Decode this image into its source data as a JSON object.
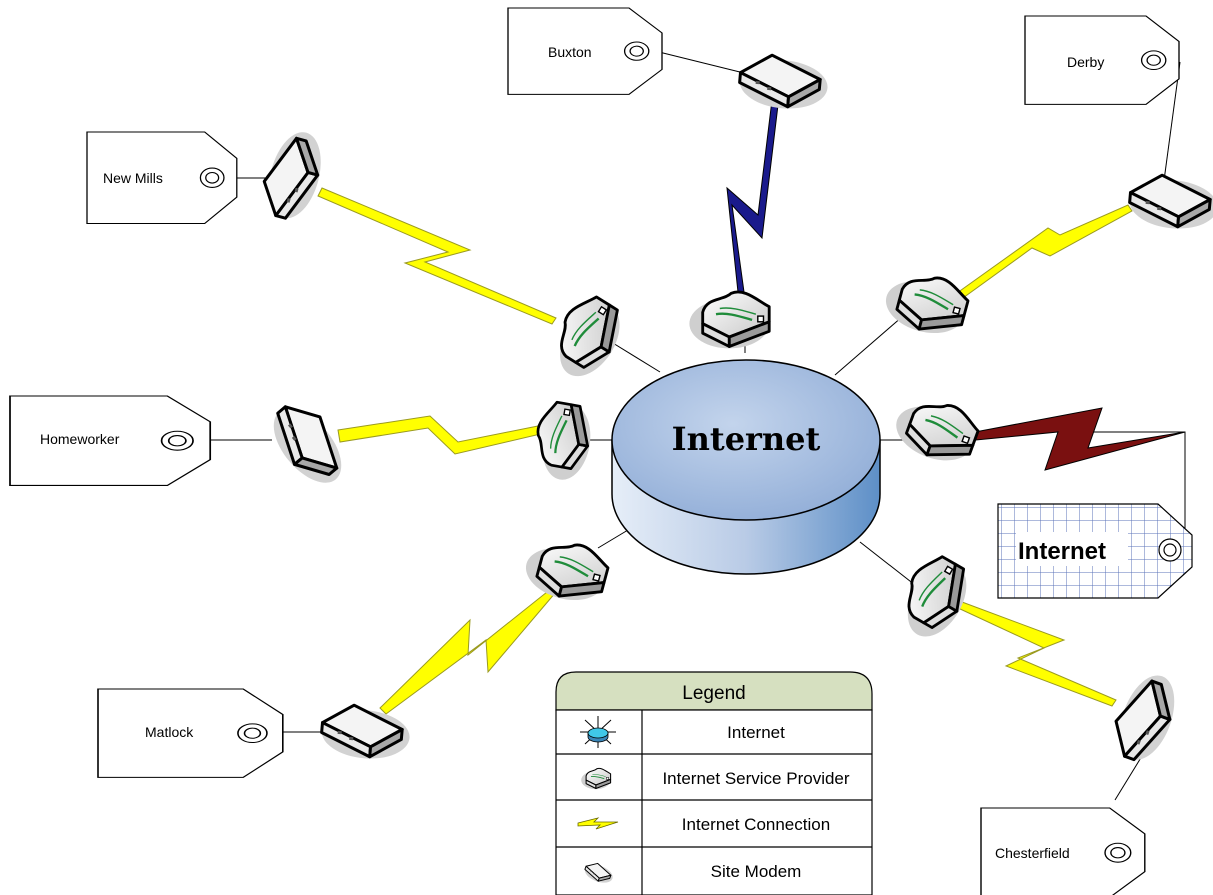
{
  "sites": {
    "buxton": "Buxton",
    "derby": "Derby",
    "new_mills": "New Mills",
    "homeworker": "Homeworker",
    "matlock": "Matlock",
    "chesterfield": "Chesterfield",
    "internet_site": "Internet"
  },
  "cloud_label": "Internet",
  "legend": {
    "title": "Legend",
    "items": [
      {
        "icon": "internet-icon",
        "label": "Internet"
      },
      {
        "icon": "isp-icon",
        "label": "Internet Service Provider"
      },
      {
        "icon": "connection-icon",
        "label": "Internet Connection"
      },
      {
        "icon": "modem-icon",
        "label": "Site Modem"
      }
    ]
  },
  "colors": {
    "link_yellow": "#ffff00",
    "link_blue": "#1a1a8c",
    "link_red": "#7a1010",
    "cloud": "#9db7dd",
    "legend_header": "#d6e0c0"
  }
}
